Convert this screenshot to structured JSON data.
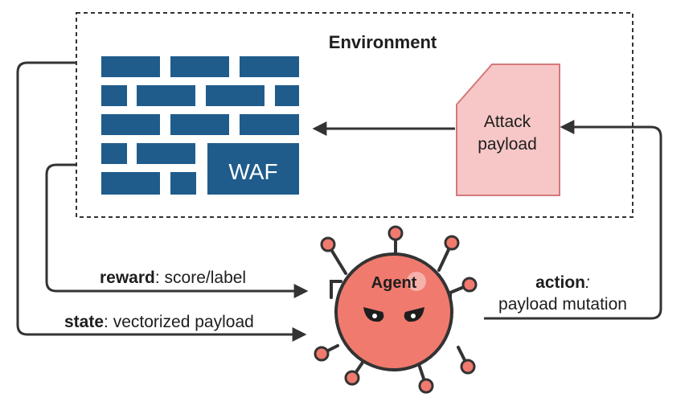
{
  "environment": {
    "title": "Environment"
  },
  "waf": {
    "label": "WAF"
  },
  "attack_payload": {
    "line1": "Attack",
    "line2": "payload"
  },
  "agent": {
    "label": "Agent"
  },
  "reward": {
    "key": "reward",
    "rest": ": score/label"
  },
  "state": {
    "key": "state",
    "rest": ": vectorized payload"
  },
  "action": {
    "key": "action",
    "colon": ":",
    "rest": "payload mutation"
  },
  "colors": {
    "waf_blue": "#1f5c8b",
    "agent_red": "#f07a6e",
    "payload_fill": "#f7c7c7",
    "payload_stroke": "#d4787b",
    "line": "#333333"
  }
}
